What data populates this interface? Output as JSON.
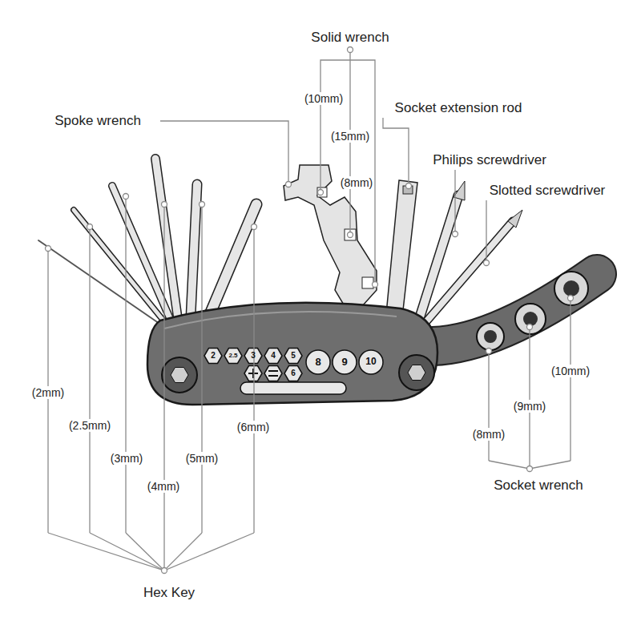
{
  "diagram": {
    "labels": [
      "Solid wrench",
      "(10mm)",
      "(15mm)",
      "(8mm)",
      "Socket extension rod",
      "Spoke wrench",
      "Philips screwdriver",
      "Slotted screwdriver",
      "(2mm)",
      "(2.5mm)",
      "(3mm)",
      "(4mm)",
      "(5mm)",
      "(6mm)",
      "(10mm)",
      "(9mm)",
      "(8mm)",
      "Socket wrench",
      "Hex Key",
      "2",
      "2.5",
      "3",
      "4",
      "5",
      "8",
      "9",
      "10",
      "6"
    ]
  }
}
